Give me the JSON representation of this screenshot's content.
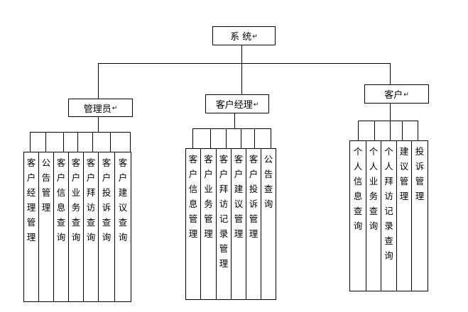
{
  "root": {
    "label": "系 统"
  },
  "groups": [
    {
      "label": "管理员",
      "items": [
        "客户经理管理",
        "公告管理",
        "客户信息查询",
        "客户业务查询",
        "客户拜访查询",
        "客户投诉查询",
        "客户建议查询"
      ]
    },
    {
      "label": "客户经理",
      "items": [
        "客户信息管理",
        "客户业务管理",
        "客户拜访记录管理",
        "客户建议管理",
        "客户投诉管理",
        "公告查询"
      ]
    },
    {
      "label": "客户",
      "items": [
        "个人信息查询",
        "个人业务查询",
        "个人拜访记录查询",
        "建议管理",
        "投诉管理"
      ]
    }
  ]
}
